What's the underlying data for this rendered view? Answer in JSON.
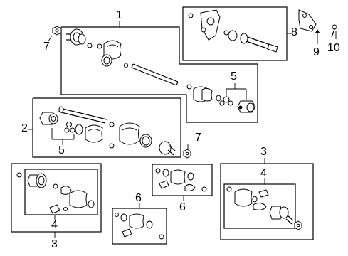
{
  "callouts": {
    "c1": "1",
    "c2": "2",
    "c3_top": "3",
    "c3_bottom": "3",
    "c4_right": "4",
    "c4_left": "4",
    "c5_upper": "5",
    "c5_lower": "5",
    "c6_middle": "6",
    "c6_lower": "6",
    "c7_left": "7",
    "c7_mid": "7",
    "c8": "8",
    "c9": "9",
    "c10": "10"
  }
}
